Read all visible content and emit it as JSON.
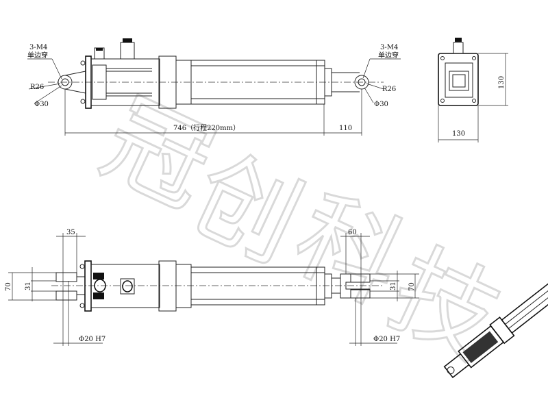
{
  "watermark": "冠创科技",
  "top_view": {
    "left_thread_label": "3-M4",
    "left_thread_note": "单边穿",
    "left_radius": "R26",
    "left_diameter": "Φ30",
    "right_thread_label": "3-M4",
    "right_thread_note": "单边穿",
    "right_radius": "R26",
    "right_diameter": "Φ30",
    "overall_length": "746（行程220mm）",
    "extension": "110"
  },
  "end_view": {
    "height": "130",
    "width": "130"
  },
  "side_view": {
    "left_clevis_width": "35",
    "left_outer_height": "70",
    "left_slot": "31",
    "left_pin": "Φ20 H7",
    "right_clevis_width": "60",
    "right_outer_height": "70",
    "right_slot": "31",
    "right_pin": "Φ20 H7"
  }
}
